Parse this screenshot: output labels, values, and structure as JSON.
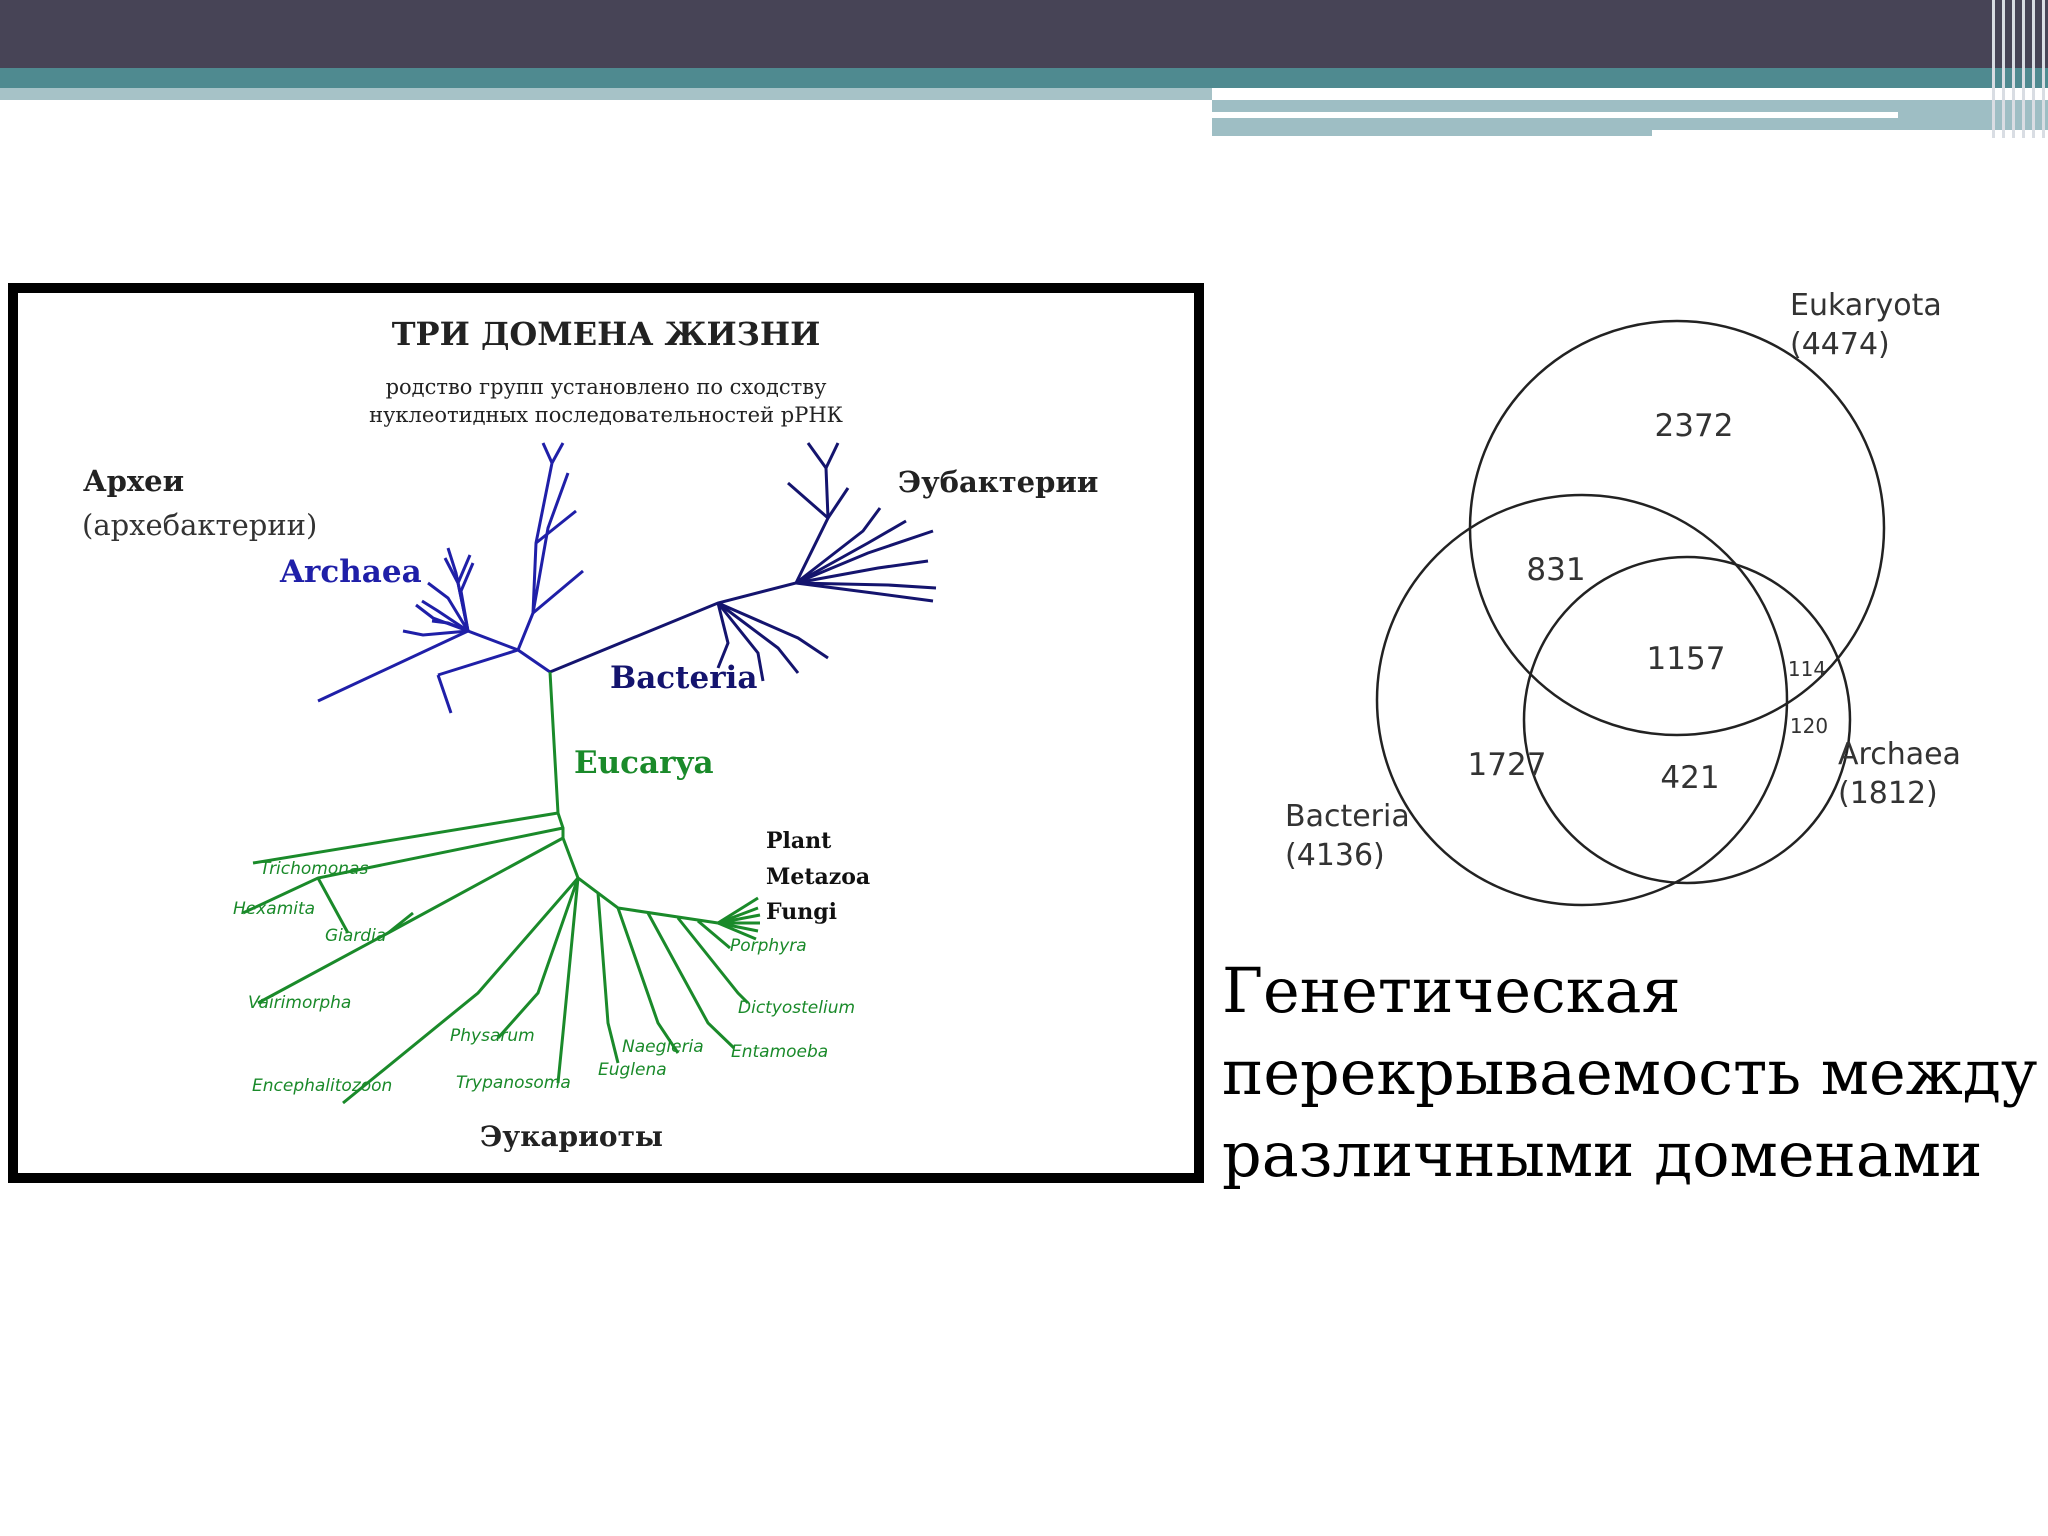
{
  "tree": {
    "title": "ТРИ ДОМЕНА ЖИЗНИ",
    "subtitle_line1": "родство групп установлено по сходству",
    "subtitle_line2": "нуклеотидных последовательностей рРНК",
    "archaea_ru": "Археи",
    "archaea_ru_sub": "(архебактерии)",
    "archaea_en": "Archaea",
    "eubacteria_ru": "Эубактерии",
    "bacteria_en": "Bacteria",
    "eucarya_en": "Eucarya",
    "eukaryotes_ru": "Эукариоты",
    "colors": {
      "archaea": "#1f1fa8",
      "bacteria": "#14146e",
      "eucarya": "#1a8a2a"
    },
    "taxa": {
      "plant": "Plant",
      "metazoa": "Metazoa",
      "fungi": "Fungi",
      "trichomonas": "Trichomonas",
      "hexamita": "Hexamita",
      "giardia": "Giardia",
      "vairimorpha": "Vairimorpha",
      "encephalitozoon": "Encephalitozoon",
      "physarum": "Physarum",
      "trypanosoma": "Trypanosoma",
      "naegleria": "Naegleria",
      "euglena": "Euglena",
      "entamoeba": "Entamoeba",
      "dictyostelium": "Dictyostelium",
      "porphyra": "Porphyra"
    }
  },
  "venn": {
    "eukaryota_label": "Eukaryota",
    "eukaryota_total": "(4474)",
    "bacteria_label": "Bacteria",
    "bacteria_total": "(4136)",
    "archaea_label": "Archaea",
    "archaea_total": "(1812)",
    "eukaryota_only": "2372",
    "eukaryota_bacteria": "831",
    "all_three": "1157",
    "eukaryota_archaea": "114",
    "archaea_only": "120",
    "bacteria_only": "1727",
    "bacteria_archaea": "421"
  },
  "caption": {
    "line1": "Генетическая",
    "line2": "перекрываемость между",
    "line3": "различными доменами"
  }
}
